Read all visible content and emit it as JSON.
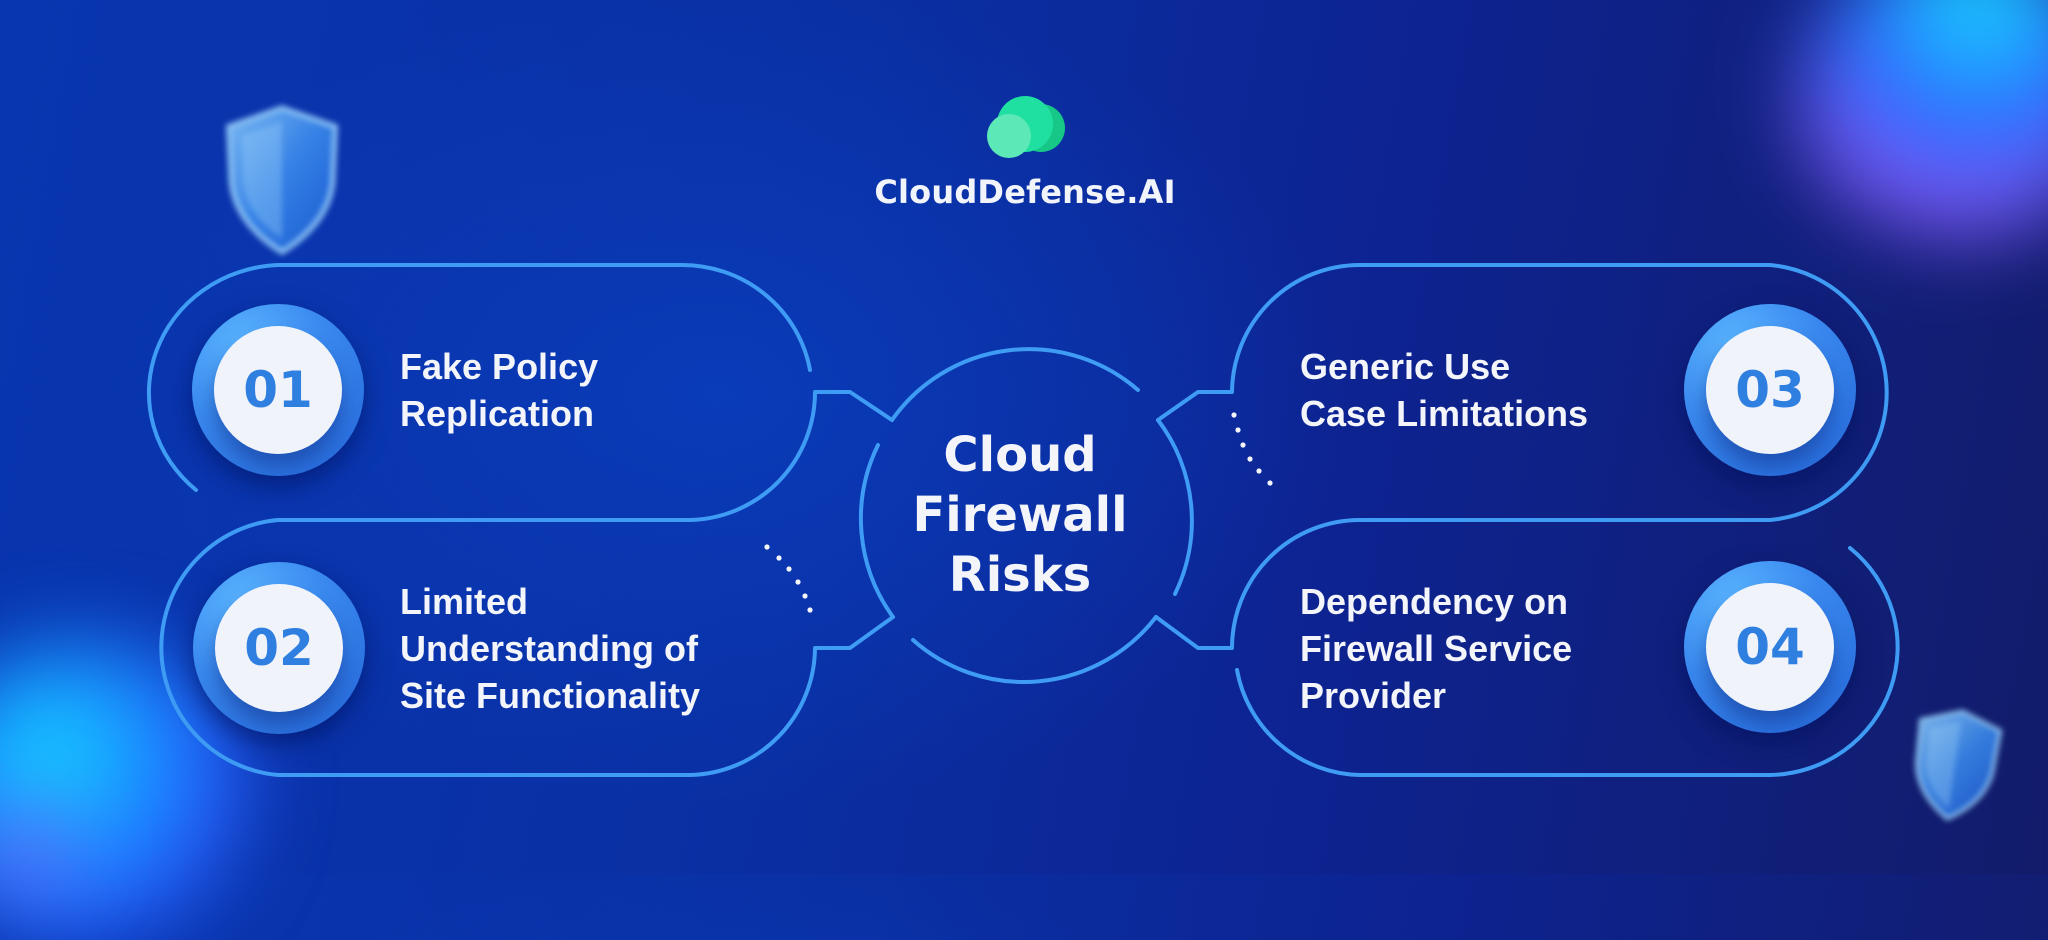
{
  "brand": {
    "name": "CloudDefense.AI",
    "logo_icon": "cloud-icon",
    "logo_colors": [
      "#5de8b8",
      "#1fe0a0",
      "#17c787"
    ]
  },
  "center": {
    "title_lines": [
      "Cloud",
      "Firewall",
      "Risks"
    ]
  },
  "items": [
    {
      "number": "01",
      "lines": [
        "Fake Policy",
        "Replication"
      ]
    },
    {
      "number": "02",
      "lines": [
        "Limited",
        "Understanding of",
        "Site Functionality"
      ]
    },
    {
      "number": "03",
      "lines": [
        "Generic Use",
        "Case Limitations"
      ]
    },
    {
      "number": "04",
      "lines": [
        "Dependency on",
        "Firewall Service",
        "Provider"
      ]
    }
  ],
  "decorations": {
    "shield_icons": [
      "shield-icon",
      "shield-icon"
    ]
  },
  "colors": {
    "background": "#0a2fa3",
    "outline": "#3f9cf5",
    "badge": "#2f7fe0",
    "text": "#f3f5fb"
  }
}
